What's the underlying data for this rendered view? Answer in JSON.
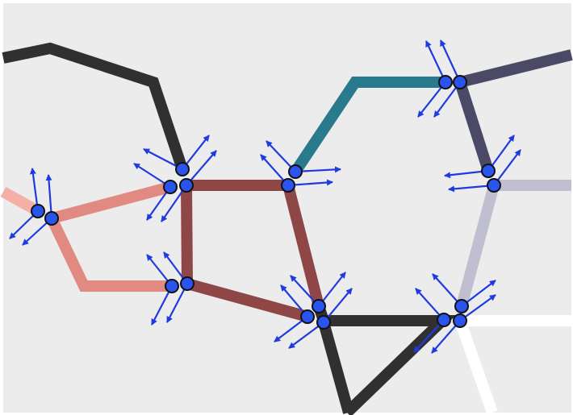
{
  "diagram": {
    "background_color": "#ececec",
    "node_color": "#2a54ee",
    "node_outline_color": "#111111",
    "arrow_color": "#1f3ae0",
    "edges": [
      {
        "id": "black-upper-left",
        "color": "#303030"
      },
      {
        "id": "black-lower-center",
        "color": "#303030"
      },
      {
        "id": "teal-upper",
        "color": "#2a7a8e"
      },
      {
        "id": "slate-upper-right",
        "color": "#4a4a66"
      },
      {
        "id": "slate-right-vertical",
        "color": "#4a4a66"
      },
      {
        "id": "lavender-right",
        "color": "#bfbfcf"
      },
      {
        "id": "lavender-right-vertical",
        "color": "#bfbfcf"
      },
      {
        "id": "white-lower-right",
        "color": "#ffffff"
      },
      {
        "id": "maroon-square",
        "color": "#8e4646"
      },
      {
        "id": "salmon-left",
        "color": "#e08a82"
      },
      {
        "id": "pink-far-left",
        "color": "#f4b0a6"
      }
    ]
  }
}
